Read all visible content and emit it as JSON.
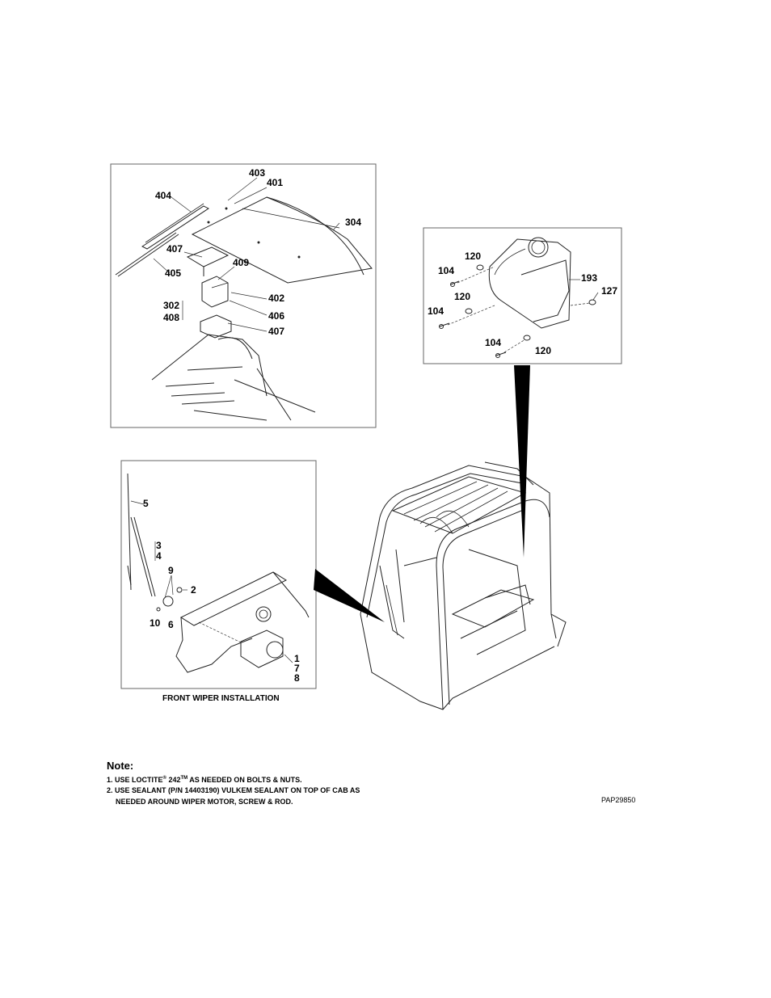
{
  "panels": {
    "top_left": {
      "labels": [
        "403",
        "401",
        "404",
        "304",
        "407",
        "409",
        "405",
        "402",
        "302",
        "408",
        "406",
        "407"
      ]
    },
    "top_right": {
      "labels": [
        "120",
        "104",
        "193",
        "127",
        "120",
        "104",
        "104",
        "120"
      ]
    },
    "wiper": {
      "labels": [
        "5",
        "3",
        "4",
        "9",
        "2",
        "10",
        "6",
        "1",
        "7",
        "8"
      ],
      "caption": "FRONT WIPER INSTALLATION"
    }
  },
  "notes": {
    "title": "Note:",
    "line1_pre": "1. USE LOCTITE",
    "line1_sup1": "®",
    "line1_mid": " 242",
    "line1_sup2": "TM",
    "line1_post": " AS NEEDED ON BOLTS & NUTS.",
    "line2": "2. USE SEALANT (P/N 14403190) VULKEM SEALANT ON TOP OF CAB AS",
    "line3": "NEEDED AROUND WIPER MOTOR, SCREW & ROD."
  },
  "drawing_code": "PAP29850"
}
